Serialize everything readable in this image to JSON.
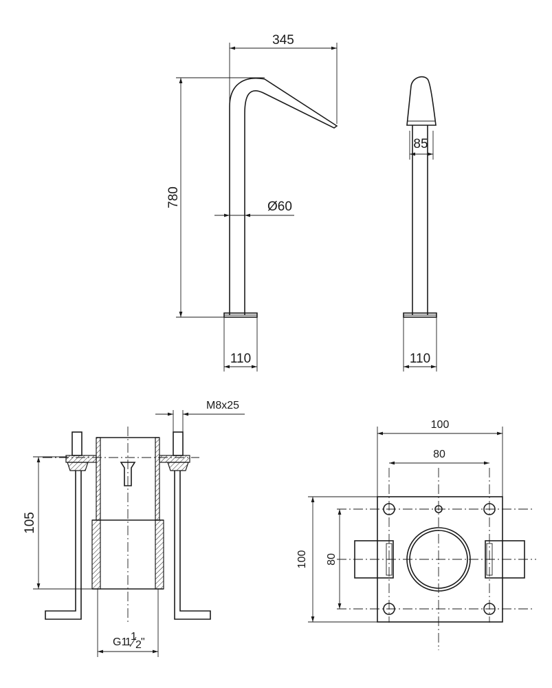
{
  "drawing": {
    "side_view": {
      "dim_spout_reach": "345",
      "dim_total_height": "780",
      "dim_pipe_diameter": "Ø60",
      "dim_base_width": "110"
    },
    "front_view": {
      "dim_head_width": "85",
      "dim_base_width": "110"
    },
    "mounting_section": {
      "dim_bolt": "M8x25",
      "dim_height": "105",
      "dim_thread_prefix": "G1",
      "dim_thread_whole": "1",
      "dim_thread_numerator": "1",
      "dim_thread_denominator": "2",
      "dim_thread_suffix": "\""
    },
    "mounting_plan": {
      "dim_outer_width": "100",
      "dim_hole_spacing_x": "80",
      "dim_outer_height": "100",
      "dim_hole_spacing_y": "80"
    }
  },
  "colors": {
    "line": "#1a1a1a",
    "background": "#ffffff"
  }
}
